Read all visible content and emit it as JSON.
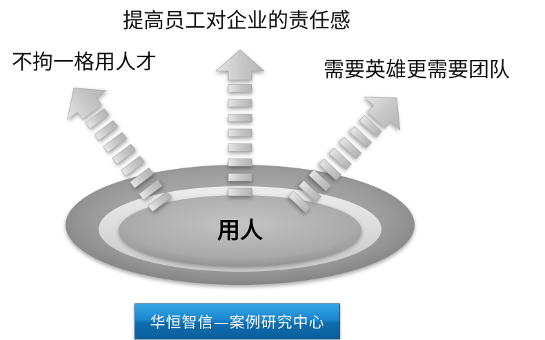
{
  "labels": {
    "top": "提高员工对企业的责任感",
    "left": "不拘一格用人才",
    "right": "需要英雄更需要团队",
    "center": "用人"
  },
  "footer": {
    "text": "华恒智信—案例研究中心"
  },
  "colors": {
    "arrow_fill": "#c6c6c6",
    "disk_outer": "#9a9a9a",
    "ring_light": "#d9d9d9",
    "disk_inner": "#a8a8a8",
    "badge_blue": "#1c86cf"
  }
}
